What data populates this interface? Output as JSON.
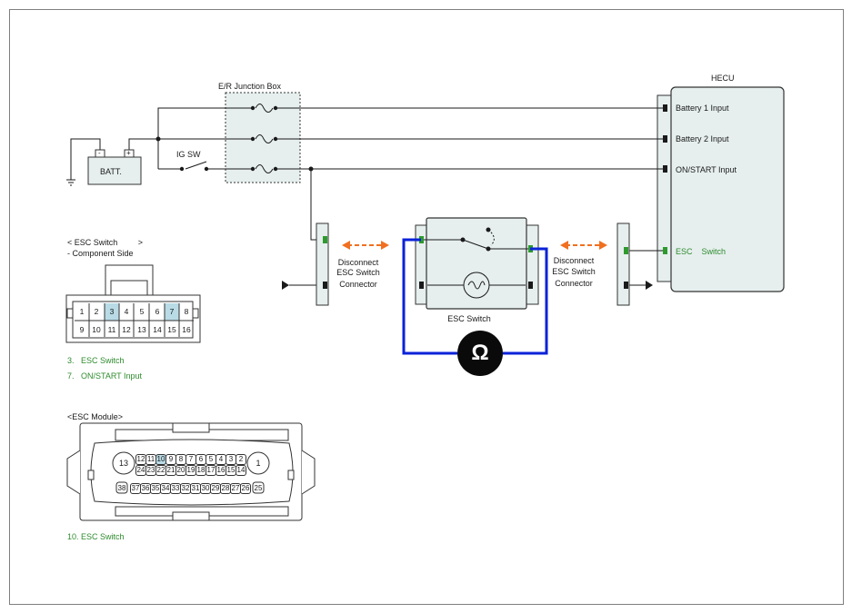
{
  "title_hecu": "HECU",
  "junction_box": "E/R Junction Box",
  "battery": "BATT.",
  "battery_minus": "-",
  "battery_plus": "+",
  "ig_switch": "IG SW",
  "hecu_inputs": [
    "Battery 1 Input",
    "Battery 2 Input",
    "ON/START Input",
    "ESC    Switch"
  ],
  "disconnect_left": [
    "Disconnect",
    "ESC Switch",
    "Connector"
  ],
  "disconnect_right": [
    "Disconnect",
    "ESC Switch",
    "Connector"
  ],
  "esc_switch_label": "ESC Switch",
  "ohm_symbol": "Ω",
  "esc_connector": {
    "heading": "< ESC Switch         >",
    "subheading": "- Component Side",
    "top_row": [
      "1",
      "2",
      "3",
      "4",
      "5",
      "6",
      "7",
      "8"
    ],
    "bottom_row": [
      "9",
      "10",
      "11",
      "12",
      "13",
      "14",
      "15",
      "16"
    ],
    "notes": [
      "3.   ESC Switch",
      "7.   ON/START Input"
    ]
  },
  "esc_module": {
    "heading": "<ESC Module>",
    "left_big_pin": "13",
    "right_big_pin": "1",
    "row1": [
      "12",
      "11",
      "10",
      "9",
      "8",
      "7",
      "6",
      "5",
      "4",
      "3",
      "2"
    ],
    "row2": [
      "24",
      "23",
      "22",
      "21",
      "20",
      "19",
      "18",
      "17",
      "16",
      "15",
      "14"
    ],
    "bottom_left_pin": "38",
    "bottom_right_pin": "25",
    "row3": [
      "37",
      "36",
      "35",
      "34",
      "33",
      "32",
      "31",
      "30",
      "29",
      "28",
      "27",
      "26"
    ],
    "note": "10. ESC Switch"
  },
  "colors": {
    "wire": "#1a1a1a",
    "meter_lead": "#0a22d8",
    "arrow": "#f07020",
    "terminal": "#2e9a2e",
    "highlight_pin": "#b9dbe6",
    "component_fill": "#e6efee"
  }
}
